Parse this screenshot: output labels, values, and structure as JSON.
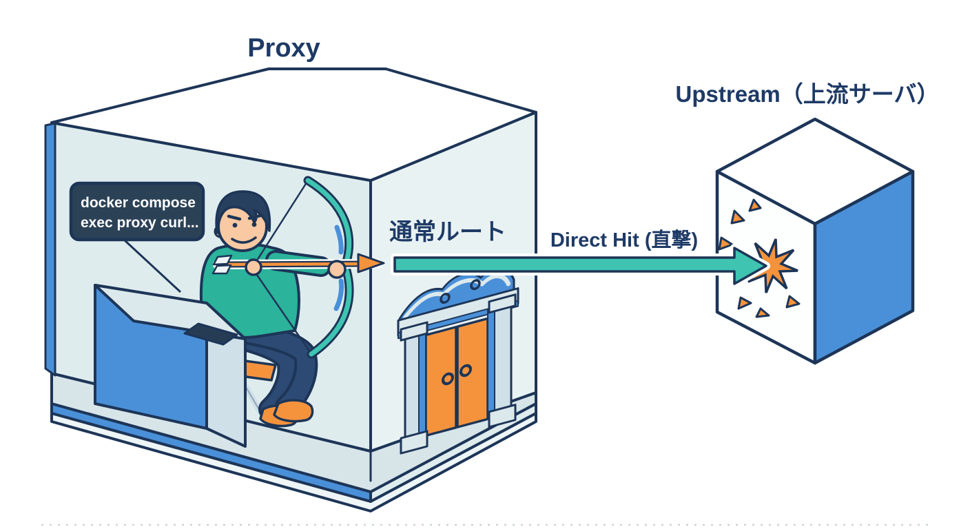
{
  "proxy": {
    "label": "Proxy",
    "terminal": {
      "line1": "docker compose",
      "line2": "exec proxy curl..."
    },
    "wall_label": "通常ルート"
  },
  "direct_hit": {
    "label": "Direct Hit (直撃)"
  },
  "upstream": {
    "label": "Upstream（上流サーバ）"
  },
  "icons": {
    "terminal_bubble": "terminal-speech-bubble",
    "archer": "archer-drawing-bow",
    "bow": "bow-and-arrow",
    "door": "ornate-double-door",
    "route_arrow": "direct-hit-arrow",
    "impact": "impact-starburst",
    "laptop": "laptop",
    "chair": "office-chair",
    "desk": "desk"
  },
  "colors": {
    "navy": "#1d3557",
    "navyText": "#1e3a66",
    "white": "#ffffff",
    "ice": "#dfecee",
    "iceLight": "#e9f2f3",
    "iceLighter": "#eef5f6",
    "floor": "#d7e5e9",
    "frameLight": "#cfe0e8",
    "trim": "#dce9ec",
    "blue": "#4a90d9",
    "teal": "#3fc4b2",
    "shirt": "#2bb39b",
    "orange": "#f5933d",
    "skin": "#f8c9a2",
    "hair": "#27405f",
    "pants": "#2c4a74",
    "terminalBg": "#2b4156",
    "laptopDark": "#263c55",
    "caster": "#5d7185",
    "groundDots": "#ccd6da"
  }
}
